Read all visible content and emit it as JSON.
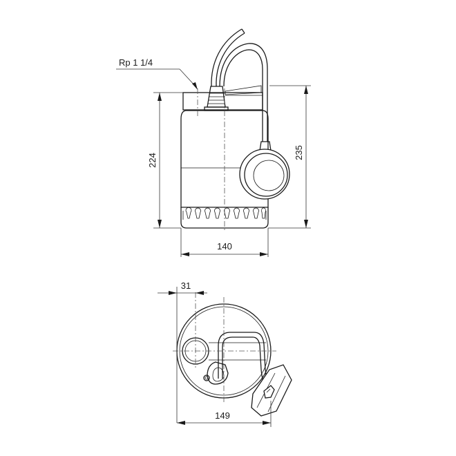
{
  "drawing": {
    "title": "Submersible pump dimensional drawing",
    "colors": {
      "line": "#1a1a1a",
      "background": "#ffffff"
    },
    "side_view": {
      "thread_label": "Rp 1 1/4",
      "height_pump_label": "224",
      "height_total_label": "235",
      "width_label": "140"
    },
    "top_view": {
      "offset_label": "31",
      "width_label": "149"
    }
  }
}
